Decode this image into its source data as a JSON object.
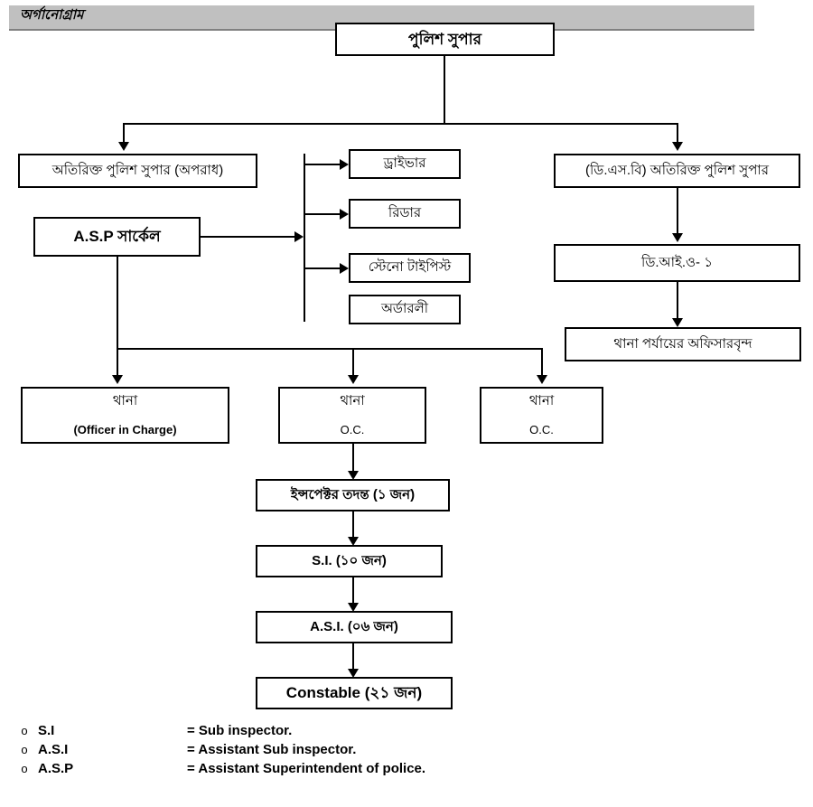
{
  "header": {
    "title": "অর্গানোগ্রাম"
  },
  "nodes": {
    "police_super": {
      "label": "পুলিশ সুপার"
    },
    "addl_sp_crime": {
      "label": "অতিরিক্ত পুলিশ সুপার (অপরাধ)"
    },
    "asp_circle": {
      "label": "A.S.P সার্কেল"
    },
    "addl_sp_dsb": {
      "label": "(ডি.এস.বি) অতিরিক্ত পুলিশ সুপার"
    },
    "dio_1": {
      "label": "ডি.আই.ও- ১"
    },
    "thana_officers": {
      "label": "থানা পর্যায়ের অফিসারবৃন্দ"
    },
    "driver": {
      "label": "ড্রাইভার"
    },
    "reader": {
      "label": "রিডার"
    },
    "steno_typist": {
      "label": "স্টেনো টাইপিস্ট"
    },
    "orderly": {
      "label": "অর্ডারলী"
    },
    "thana_1": {
      "label": "থানা",
      "sub": "(Officer in Charge)"
    },
    "thana_2": {
      "label": "থানা",
      "sub": "O.C."
    },
    "thana_3": {
      "label": "থানা",
      "sub": "O.C."
    },
    "inspector": {
      "label": "ইন্সপেক্টর তদন্ত (১ জন)"
    },
    "si": {
      "label": "S.I. (১০ জন)"
    },
    "asi": {
      "label": "A.S.I. (০৬ জন)"
    },
    "constable": {
      "label": "Constable (২১ জন)"
    }
  },
  "legend": {
    "bullet": "o",
    "items": [
      {
        "abbr": "S.I",
        "definition": "= Sub inspector."
      },
      {
        "abbr": "A.S.I",
        "definition": "= Assistant Sub inspector."
      },
      {
        "abbr": "A.S.P",
        "definition": "= Assistant Superintendent of police."
      }
    ]
  },
  "colors": {
    "banner": "#c0c0c0",
    "banner_border": "#808080",
    "box_border": "#000000",
    "line": "#000000",
    "background": "#ffffff"
  }
}
